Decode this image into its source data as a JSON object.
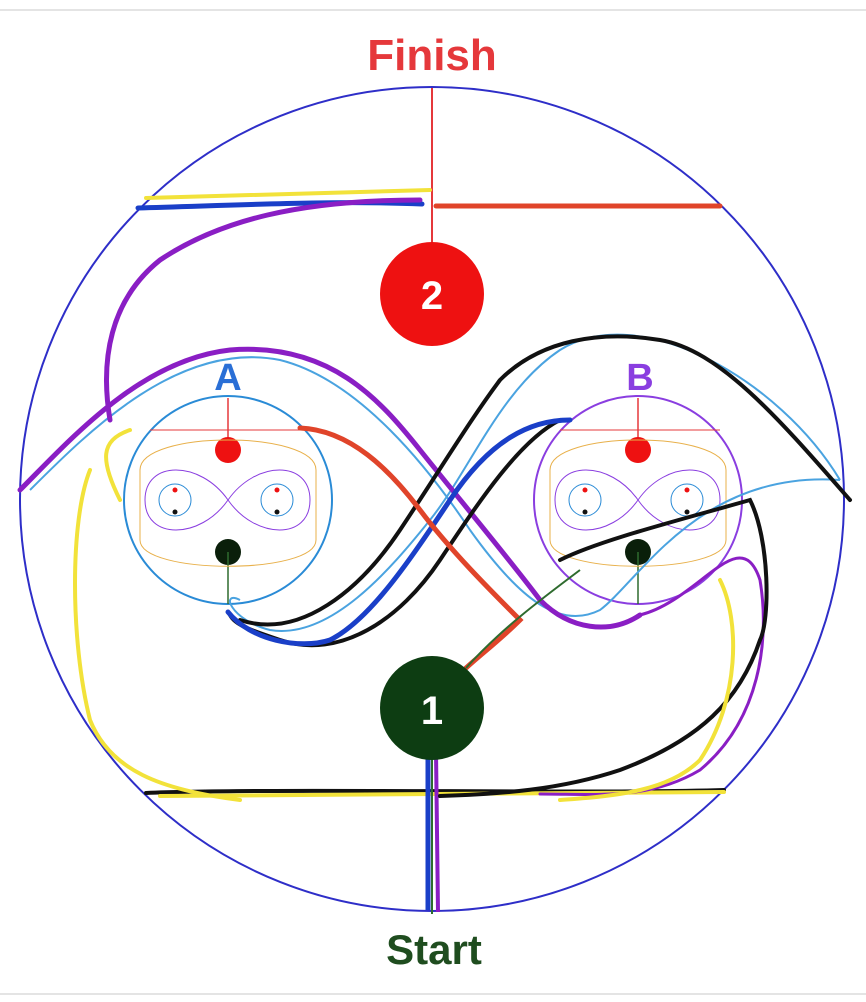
{
  "diagram": {
    "finish_label": "Finish",
    "start_label": "Start",
    "node_1_label": "1",
    "node_2_label": "2",
    "circle_a_label": "A",
    "circle_b_label": "B"
  },
  "colors": {
    "finish_red": "#e5383b",
    "start_green": "#1f4d1f",
    "node_1_fill": "#0d3d12",
    "node_2_fill": "#ee1111",
    "outer_circle": "#2e2ec8",
    "label_a_blue": "#2a6fd6",
    "label_b_purple": "#8a3ee0",
    "path_purple": "#8a1ec4",
    "path_blue": "#1a3fc8",
    "path_black": "#111111",
    "path_yellow": "#f2e23a",
    "path_red": "#e0442a"
  }
}
